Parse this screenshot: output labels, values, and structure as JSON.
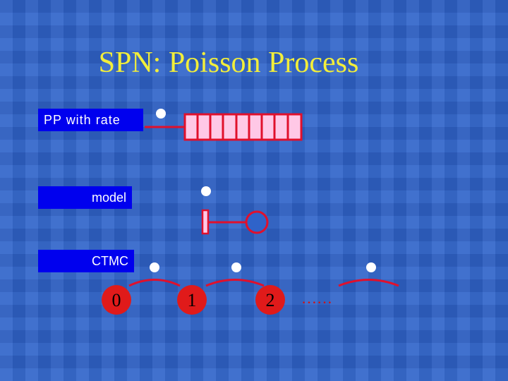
{
  "slide": {
    "title": "SPN:  Poisson Process"
  },
  "labels": {
    "pp": "PP with rate",
    "model": "model",
    "ctmc": "CTMC"
  },
  "ctmc": {
    "states": [
      "0",
      "1",
      "2"
    ],
    "continuation": "……"
  },
  "colors": {
    "background": "#2f63c9",
    "title": "#f2ee3a",
    "label_box": "#0000ee",
    "net_red": "#e0102c",
    "queue_fill": "#ffc8e6",
    "state_fill": "#e01a1a"
  }
}
